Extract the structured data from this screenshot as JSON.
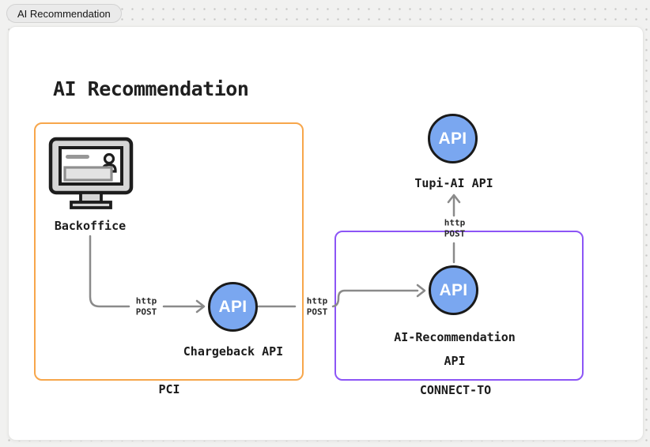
{
  "tab": {
    "label": "AI Recommendation"
  },
  "diagram": {
    "title": "AI Recommendation",
    "groups": [
      {
        "name": "pci",
        "label": "PCI",
        "border_color": "#F7A64B"
      },
      {
        "name": "connect-to",
        "label": "CONNECT-TO",
        "border_color": "#8C55F6"
      }
    ],
    "nodes": [
      {
        "id": "backoffice",
        "label": "Backoffice",
        "icon": "monitor-user-icon"
      },
      {
        "id": "chargeback-api",
        "badge": "API",
        "label": "Chargeback API"
      },
      {
        "id": "ai-recommendation-api",
        "badge": "API",
        "label_line1": "AI-Recommendation",
        "label_line2": "API"
      },
      {
        "id": "tupi-ai-api",
        "badge": "API",
        "label": "Tupi-AI API"
      }
    ],
    "edges": [
      {
        "from": "backoffice",
        "to": "chargeback-api",
        "label_line1": "http",
        "label_line2": "POST"
      },
      {
        "from": "chargeback-api",
        "to": "ai-recommendation-api",
        "label_line1": "http",
        "label_line2": "POST"
      },
      {
        "from": "ai-recommendation-api",
        "to": "tupi-ai-api",
        "label_line1": "http",
        "label_line2": "POST"
      }
    ],
    "colors": {
      "api_node_fill": "#7AA7F0",
      "api_node_border": "#1A1A1A",
      "edge_line": "#8A8A8A",
      "pci_border": "#F7A64B",
      "connect_to_border": "#8C55F6"
    }
  }
}
